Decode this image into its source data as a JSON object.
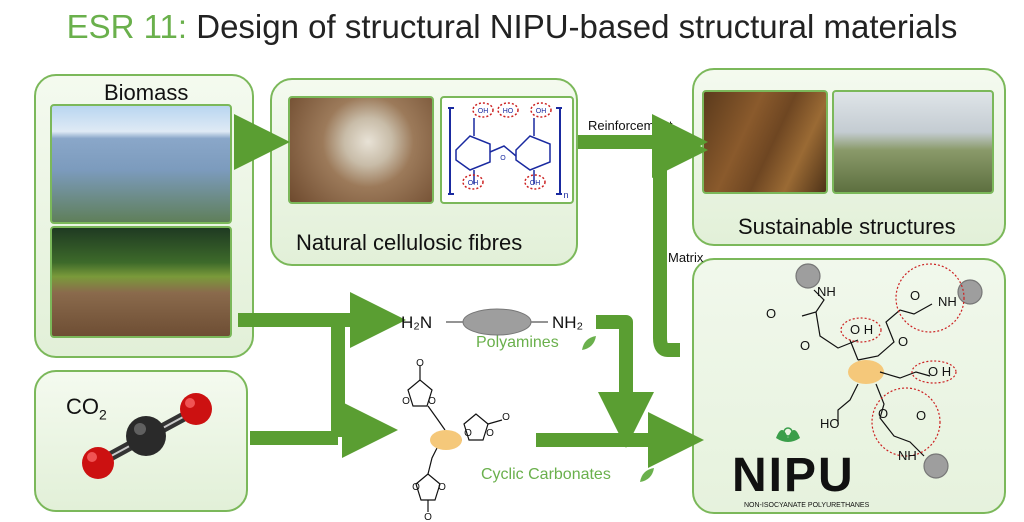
{
  "title": {
    "prefix": "ESR 11:",
    "rest": "Design of structural NIPU-based structural materials"
  },
  "panels": {
    "biomass": "Biomass",
    "fibres": "Natural cellulosic fibres",
    "sustainable": "Sustainable structures",
    "co2_label": "CO",
    "co2_sub": "2"
  },
  "arrows": {
    "reinforcement": "Reinforcement",
    "matrix": "Matrix"
  },
  "chem": {
    "h2n": "H₂N",
    "nh2": "NH₂",
    "polyamines": "Polyamines",
    "cyclic": "Cyclic Carbonates",
    "cellulose_n": "n",
    "oh": "OH",
    "ho": "HO",
    "o": "O",
    "nh": "NH",
    "o_h": "O H"
  },
  "nipu": {
    "logo": "NIPU",
    "subtitle": "NON-ISOCYANATE POLYURETHANES"
  },
  "colors": {
    "accent": "#6ab04c",
    "arrow": "#5a9e32",
    "panel_border": "#7bb85a",
    "cellulose_blue": "#1a2aa0",
    "oh_circle": "#cc2222"
  }
}
